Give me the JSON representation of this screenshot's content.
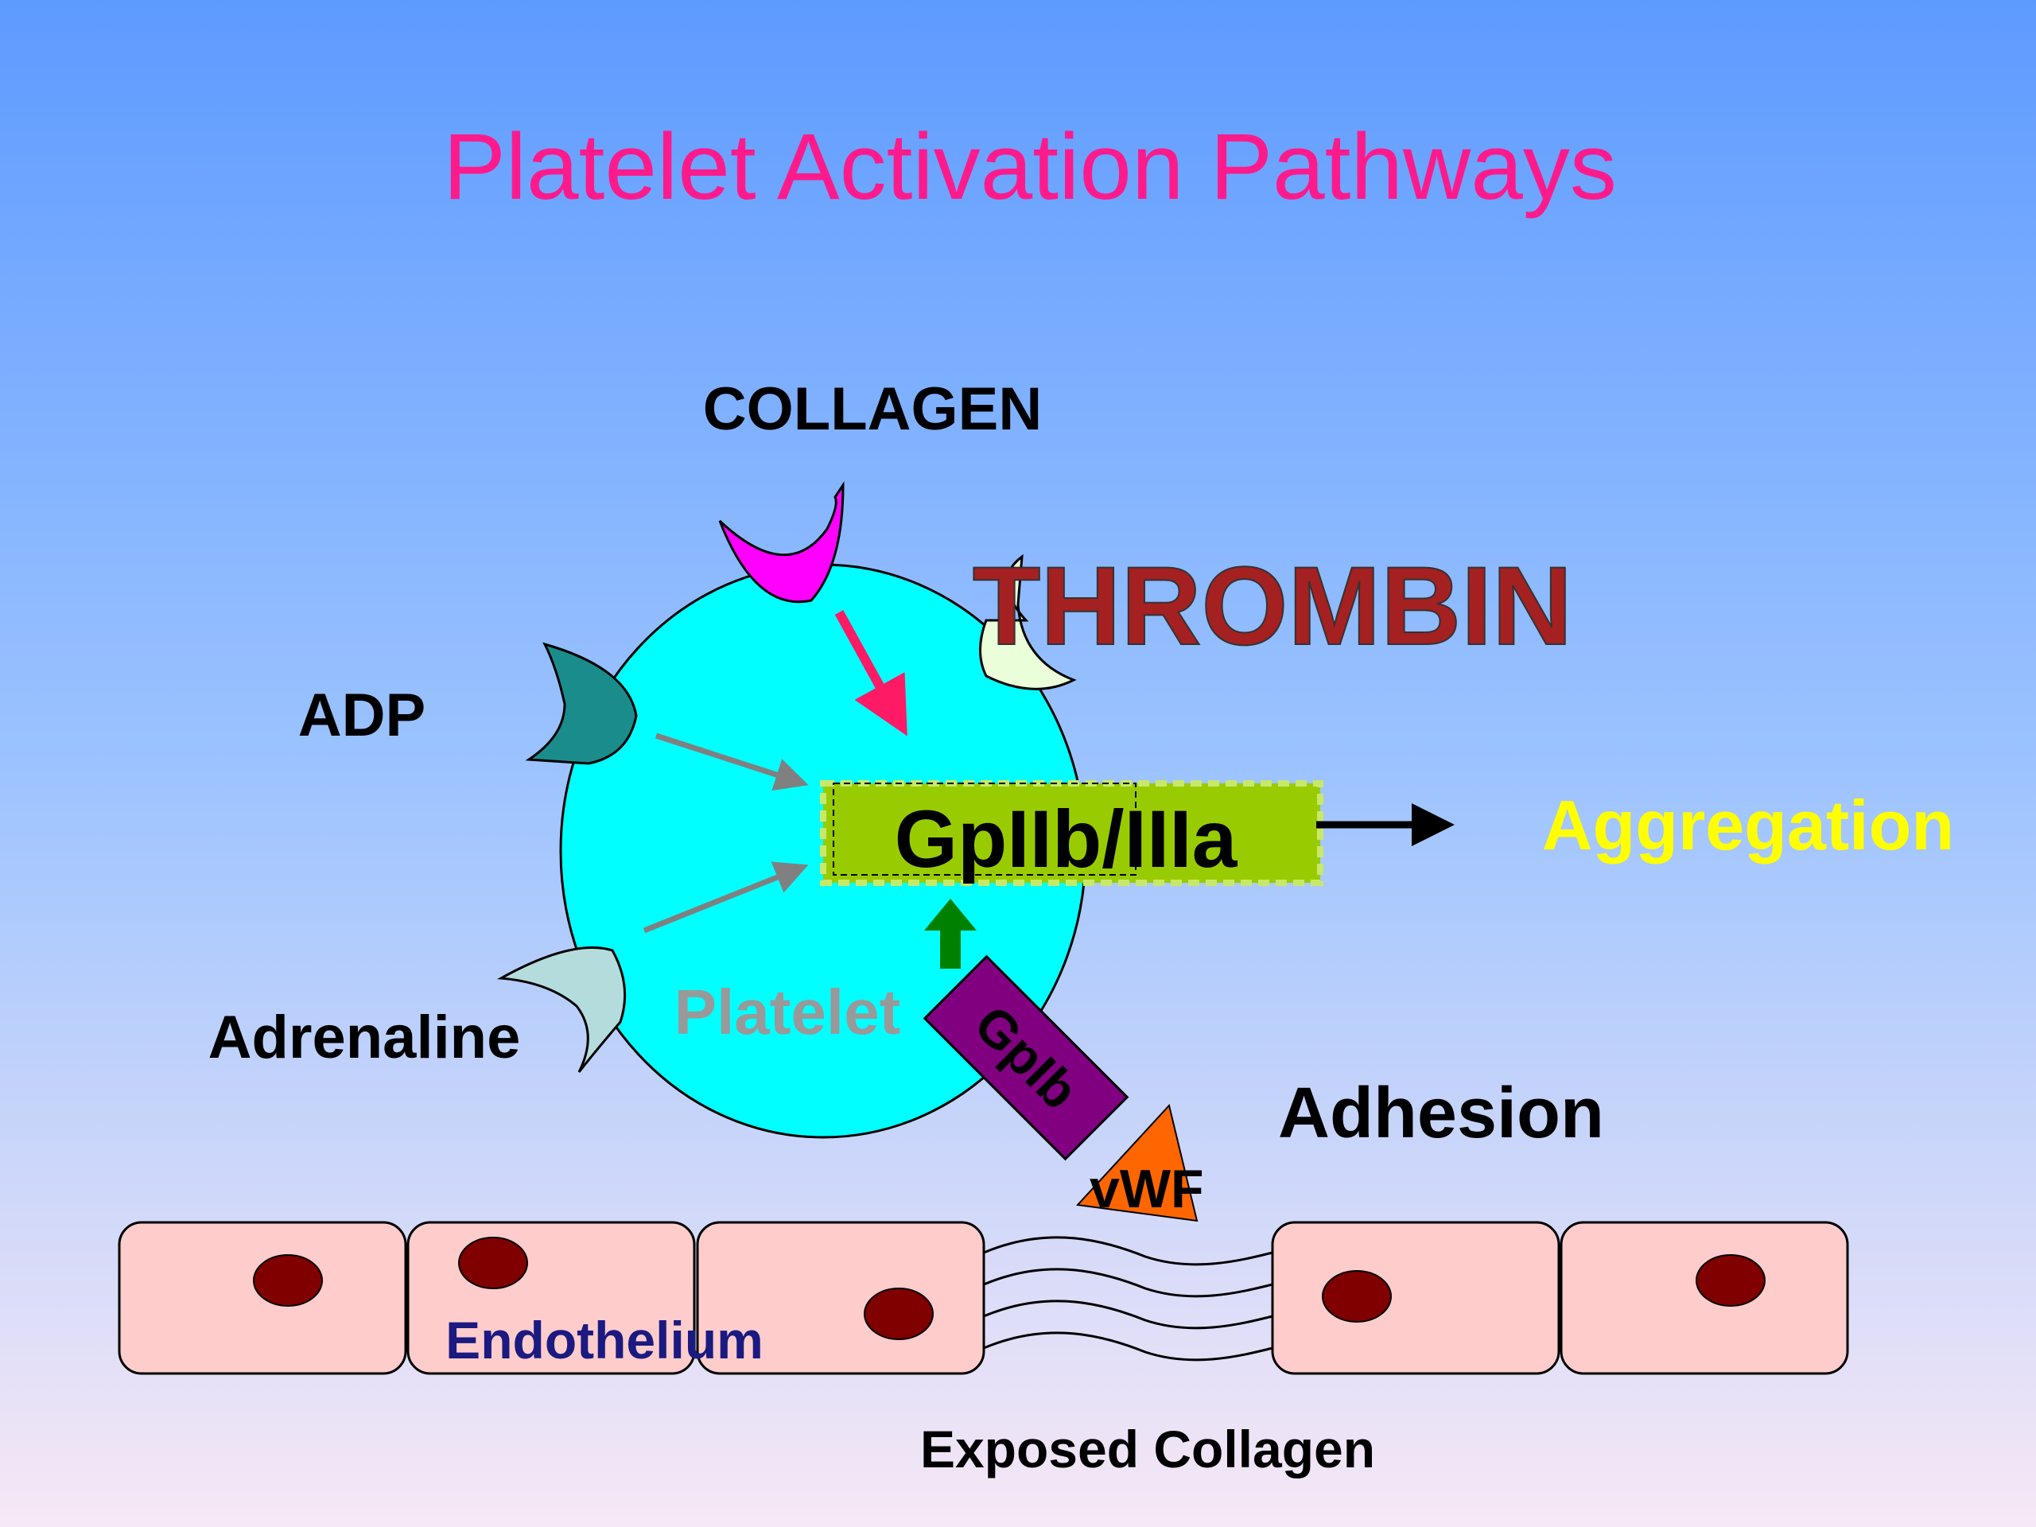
{
  "title": "Platelet Activation Pathways",
  "labels": {
    "collagen": "COLLAGEN",
    "thrombin": "THROMBIN",
    "adp": "ADP",
    "adrenaline": "Adrenaline",
    "receptor": "GpIIb/IIIa",
    "aggregation": "Aggregation",
    "platelet": "Platelet",
    "gpib": "GpIb",
    "vwf": "vWF",
    "adhesion": "Adhesion",
    "endothelium": "Endothelium",
    "exposed_collagen": "Exposed Collagen"
  },
  "colors": {
    "background_top": "#5e9bff",
    "background_bottom": "#f7e8f5",
    "title": "#ff1a8c",
    "platelet": "#00ffff",
    "collagen_receptor": "#ff00ff",
    "thrombin_text": "#a52020",
    "thrombin_receptor": "#eaffd9",
    "adp_receptor": "#1a8c8c",
    "adrenaline_receptor": "#b5dcdc",
    "gpiib_box": "#99cc00",
    "aggregation_text": "#ffff00",
    "gpib_box": "#800080",
    "vwf_triangle": "#ff6600",
    "cell": "#ffcccc",
    "nucleus": "#800000",
    "endothelium_text": "#1a1a80",
    "platelet_text": "#999999",
    "arrow_pink": "#ff1a66",
    "arrow_grey": "#808080",
    "arrow_green": "#008000"
  }
}
